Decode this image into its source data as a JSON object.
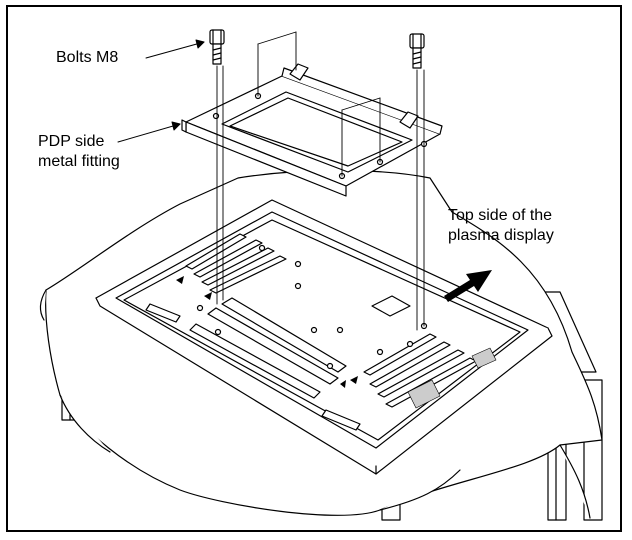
{
  "labels": {
    "bolts": "Bolts M8",
    "pdp_line1": "PDP side",
    "pdp_line2": "metal fitting",
    "top_line1": "Top side of the",
    "top_line2": "plasma display"
  },
  "colors": {
    "line": "#000000",
    "background": "#ffffff"
  }
}
